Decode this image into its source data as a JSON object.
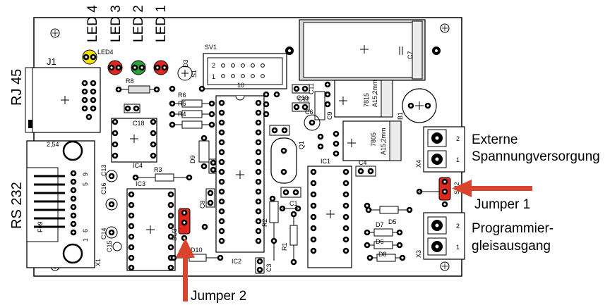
{
  "led_headers": [
    "LED 4",
    "LED 3",
    "LED 2",
    "LED 1"
  ],
  "led_names": [
    "LED4"
  ],
  "connectors": {
    "rj45": "RJ 45",
    "j1": "J1",
    "rs232": "RS 232",
    "f09": "F09",
    "spacing": "2,54",
    "x1": "X1",
    "x3": "X3",
    "x4": "X4",
    "sv1": "SV1",
    "sv1_pins": {
      "row2": "2",
      "row1": "1",
      "count": "10"
    }
  },
  "pin_numbers": {
    "p9": "9",
    "p5": "5",
    "p6": "6",
    "p1": "1",
    "x4_top": "2",
    "x4_bottom": "1",
    "x3_top": "2",
    "x3_bottom": "1"
  },
  "parts": {
    "r8": "R8",
    "r6": "R6",
    "r5": "R5",
    "r4": "R4",
    "r3": "R3",
    "r2": "R2",
    "r1": "R1",
    "ic2": "IC2",
    "ic3": "IC3",
    "ic4": "IC4",
    "ic1": "IC1",
    "c1": "C1",
    "c3": "C3",
    "c4": "C4",
    "c8": "C8",
    "c10": "C10",
    "c11": "C11",
    "c12": "C12",
    "c13": "C13",
    "c14": "C14",
    "c15": "C15",
    "c16": "C16",
    "c18": "C18",
    "c9": "C9",
    "c7": "C7",
    "c6": "C6",
    "d3": "D3",
    "d5": "D5",
    "d6": "D6",
    "d7": "D7",
    "d8": "D8",
    "d9": "D9",
    "d10": "D10",
    "q1": "Q1",
    "s1": "S1",
    "b1": "B1",
    "su2": "SU2",
    "su3": "SU3",
    "reg1": "7815",
    "reg2": "7805",
    "heatsink": "A15,2mm"
  },
  "annotations": {
    "supply": [
      "Externe",
      "Spannungversorgung"
    ],
    "prog": [
      "Programmier-",
      "gleisausgang"
    ],
    "jumper1": "Jumper 1",
    "jumper2": "Jumper 2"
  },
  "colors": {
    "board": "#ffffff",
    "outline": "#000000",
    "led_yellow": "#f2e100",
    "led_red": "#e0281e",
    "led_green": "#2aa335",
    "jumper": "#e0281e",
    "arrow": "#d8452c",
    "gray_part": "#d9d9d9"
  }
}
